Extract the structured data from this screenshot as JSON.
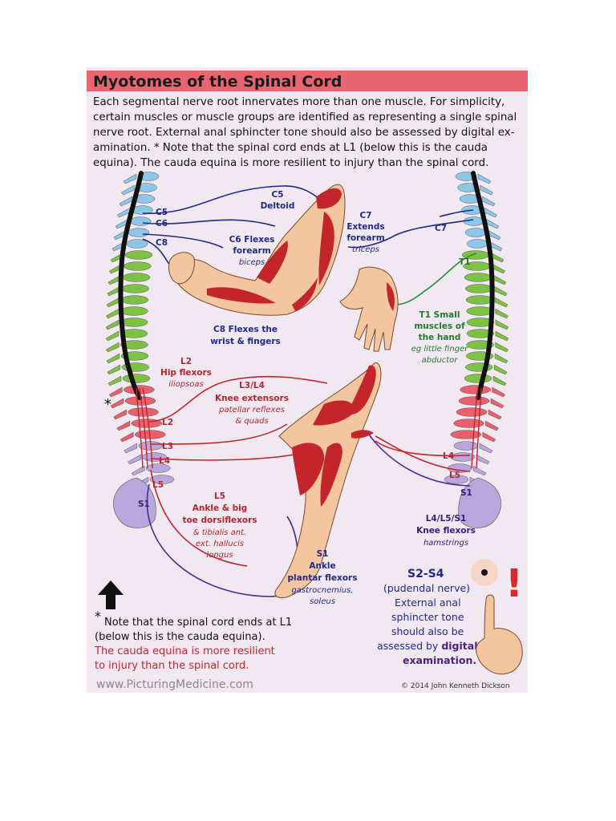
{
  "title": "Myotomes of the Spinal Cord",
  "intro_lines": [
    "Each segmental nerve root innervates more than one muscle. For simplicity,",
    "certain muscles or muscle groups are identified as representing a single spinal",
    "nerve root. External anal sphincter tone should also be assessed by digital ex-",
    "amination. * Note that the spinal cord ends at L1 (below this is the cauda",
    "equina). The cauda equina is more resilient to injury than the spinal cord."
  ],
  "levels": {
    "c5": "C5",
    "c6": "C6",
    "c8": "C8",
    "c7": "C7",
    "t1": "T1",
    "l2": "L2",
    "l3": "L3",
    "l4": "L4",
    "l5": "L5",
    "s1": "S1",
    "r_l4": "L4",
    "r_l5": "L5",
    "r_s1": "S1"
  },
  "cord_marker": "*",
  "labels": {
    "c5_title": "C5",
    "c5_muscle": "Deltoid",
    "c6_l1": "C6 Flexes",
    "c6_l2": "forearm",
    "c6_sub": "biceps",
    "c7_l1": "C7",
    "c7_l2": "Extends",
    "c7_l3": "forearm",
    "c7_sub": "triceps",
    "c8_l1": "C8 Flexes the",
    "c8_l2": "wrist & fingers",
    "t1_l1": "T1 Small",
    "t1_l2": "muscles of",
    "t1_l3": "the hand",
    "t1_sub1": "eg little finger",
    "t1_sub2": "abductor",
    "l2_l1": "L2",
    "l2_l2": "Hip flexors",
    "l2_sub": "iliopsoas",
    "l34_l1": "L3/L4",
    "l34_l2": "Knee extensors",
    "l34_sub1": "patellar reflexes",
    "l34_sub2": "& quads",
    "l5_l1": "L5",
    "l5_l2": "Ankle & big",
    "l5_l3": "toe dorsiflexors",
    "l5_sub1": "& tibialis ant.",
    "l5_sub2": "ext. hallucis",
    "l5_sub3": "longus",
    "s1_l1": "S1",
    "s1_l2": "Ankle",
    "s1_l3": "plantar flexors",
    "s1_sub1": "gastrocnemius,",
    "s1_sub2": "soleus",
    "kf_l1": "L4/L5/S1",
    "kf_l2": "Knee flexors",
    "kf_sub": "hamstrings"
  },
  "footnote": {
    "star": "*",
    "l1": "Note that the spinal cord ends at L1",
    "l2": "(below this is the cauda equina).",
    "red1": "The cauda equina is more resilient",
    "red2": "to injury than the spinal cord."
  },
  "s2s4": {
    "title": "S2-S4",
    "l1": "(pudendal nerve)",
    "l2": "External anal",
    "l3": "sphincter tone",
    "l4": "should also be",
    "l5a": "assessed by ",
    "l5b": "digital",
    "l6": "examination.",
    "exclaim": "!"
  },
  "website": "www.PicturingMedicine.com",
  "copyright": "© 2014 John Kenneth Dickson",
  "colors": {
    "title_bar": "#e8666f",
    "background": "#f2e8f1",
    "cervical": "#8cc6e8",
    "thoracic": "#7dc242",
    "lumbar": "#e8606b",
    "sacral": "#b9a6dc",
    "muscle": "#c4252c",
    "skin": "#f3c6a0",
    "nerve_blue": "#1f2a8a",
    "nerve_red": "#c4252c",
    "nerve_green": "#2a8f3a",
    "nerve_purple": "#4b2a90"
  }
}
